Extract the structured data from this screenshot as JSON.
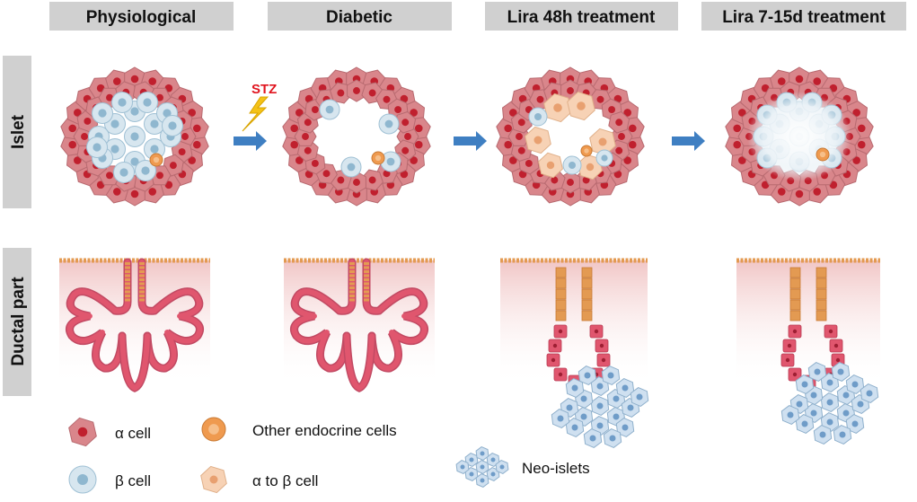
{
  "columns": [
    {
      "label": "Physiological"
    },
    {
      "label": "Diabetic"
    },
    {
      "label": "Lira 48h treatment"
    },
    {
      "label": "Lira 7-15d treatment"
    }
  ],
  "rows": [
    {
      "label": "Islet"
    },
    {
      "label": "Ductal part"
    }
  ],
  "stz_label": "STZ",
  "legend": [
    {
      "label": "α cell"
    },
    {
      "label": "Other endocrine cells"
    },
    {
      "label": "β cell"
    },
    {
      "label": "α to β cell"
    },
    {
      "label": "Neo-islets"
    }
  ],
  "colors": {
    "alpha_cell": "#d9868b",
    "alpha_nucleus": "#c0202e",
    "beta_cell": "#d7e6ef",
    "beta_nucleus": "#8fb7cf",
    "other_cell": "#ef9a4f",
    "transition_cell": "#f7d2b5",
    "arrow": "#3f7fc2",
    "header_bg": "#d0d0d0",
    "duct_orange": "#e39a52",
    "duct_red": "#e0566e",
    "tissue_pink": "#f2cccc",
    "bolt": "#f4c217",
    "stz_text": "#e0141e"
  }
}
